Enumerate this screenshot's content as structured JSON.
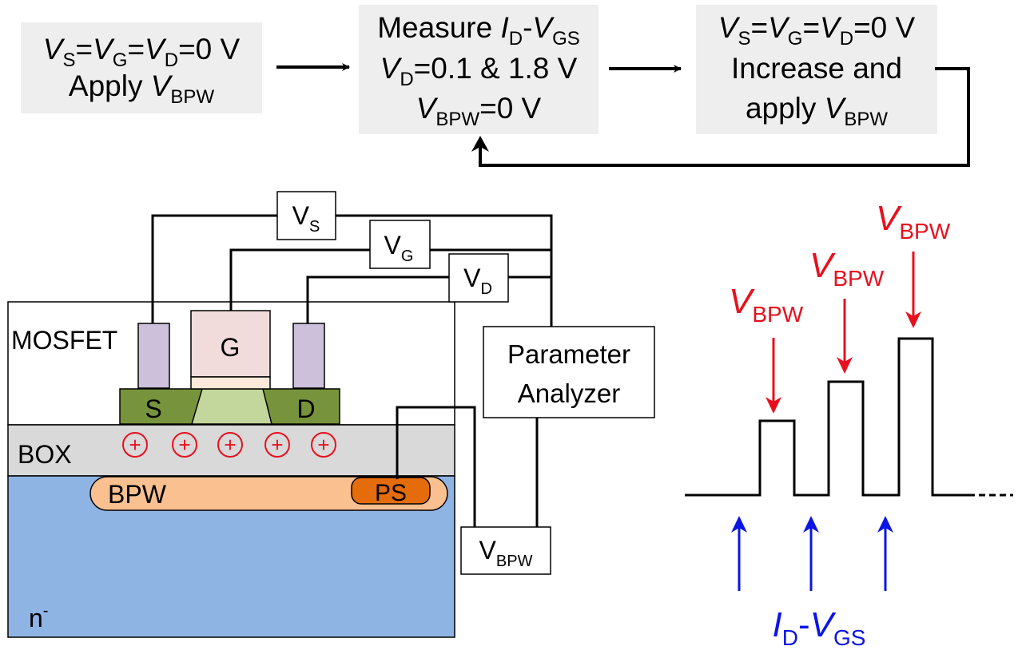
{
  "flow": {
    "step1": {
      "line1": {
        "v1": "V",
        "s1": "S",
        "eq1": "=",
        "v2": "V",
        "s2": "G",
        "eq2": "=",
        "v3": "V",
        "s3": "D",
        "val": "=0 V"
      },
      "line2": {
        "text": "Apply ",
        "v": "V",
        "sub": "BPW"
      }
    },
    "step2": {
      "line1": {
        "text": "Measure ",
        "i": "I",
        "isub": "D",
        "dash": "-",
        "v": "V",
        "vsub": "GS"
      },
      "line2": {
        "v": "V",
        "sub": "D",
        "rest": "=0.1 & 1.8 V"
      },
      "line3": {
        "v": "V",
        "sub": "BPW",
        "rest": "=0 V"
      }
    },
    "step3": {
      "line1": {
        "v1": "V",
        "s1": "S",
        "eq1": "=",
        "v2": "V",
        "s2": "G",
        "eq2": "=",
        "v3": "V",
        "s3": "D",
        "val": "=0 V"
      },
      "line2": "Increase and",
      "line3": {
        "text": "apply ",
        "v": "V",
        "sub": "BPW"
      }
    }
  },
  "circuit": {
    "vs": {
      "v": "V",
      "sub": "S"
    },
    "vg": {
      "v": "V",
      "sub": "G"
    },
    "vd": {
      "v": "V",
      "sub": "D"
    },
    "vbpw": {
      "v": "V",
      "sub": "BPW"
    },
    "analyzer_line1": "Parameter",
    "analyzer_line2": "Analyzer"
  },
  "device": {
    "mosfet": "MOSFET",
    "gate": "G",
    "source": "S",
    "drain": "D",
    "box": "BOX",
    "bpw": "BPW",
    "ps": "PS",
    "substrate": "n",
    "substrate_sup": "-",
    "charge_symbol": "+"
  },
  "pulse": {
    "v": "V",
    "sub": "BPW",
    "measure": {
      "i": "I",
      "isub": "D",
      "dash": "-",
      "v": "V",
      "vsub": "GS"
    }
  },
  "colors": {
    "box_fill": "#eeeeee",
    "red": "#e8101e",
    "blue": "#0b15e6",
    "substrate": "#8eb4e3",
    "bpw": "#fac090",
    "ps": "#e46c0a",
    "box_layer": "#d9d9d9",
    "contact": "#ccc0da",
    "gate": "#f2dcdb",
    "gate_ox": "#fde9d9",
    "sd": "#77933c",
    "channel": "#c3d69b"
  }
}
